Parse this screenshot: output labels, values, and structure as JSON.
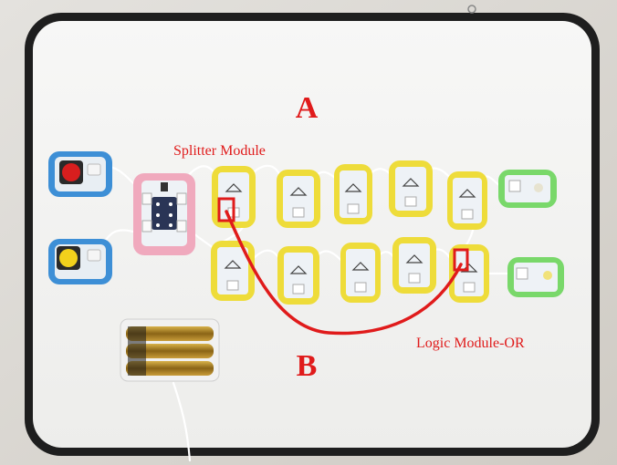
{
  "labels": {
    "row_a": "A",
    "row_b": "B",
    "splitter": "Splitter Module",
    "logic_or": "Logic Module-OR"
  },
  "colors": {
    "annotation": "#e01b1b",
    "board_frame": "#1e1e1e",
    "board_surface": "#f3f3f1",
    "button_case": "#3d8fd6",
    "splitter_case": "#f0a9bd",
    "logic_case": "#eedc3a",
    "output_case": "#79d86a",
    "battery": "#b08a2a"
  },
  "icons": {
    "red_button": "push-button-red",
    "yellow_button": "push-button-yellow",
    "battery_pack": "aa-battery-pack"
  }
}
